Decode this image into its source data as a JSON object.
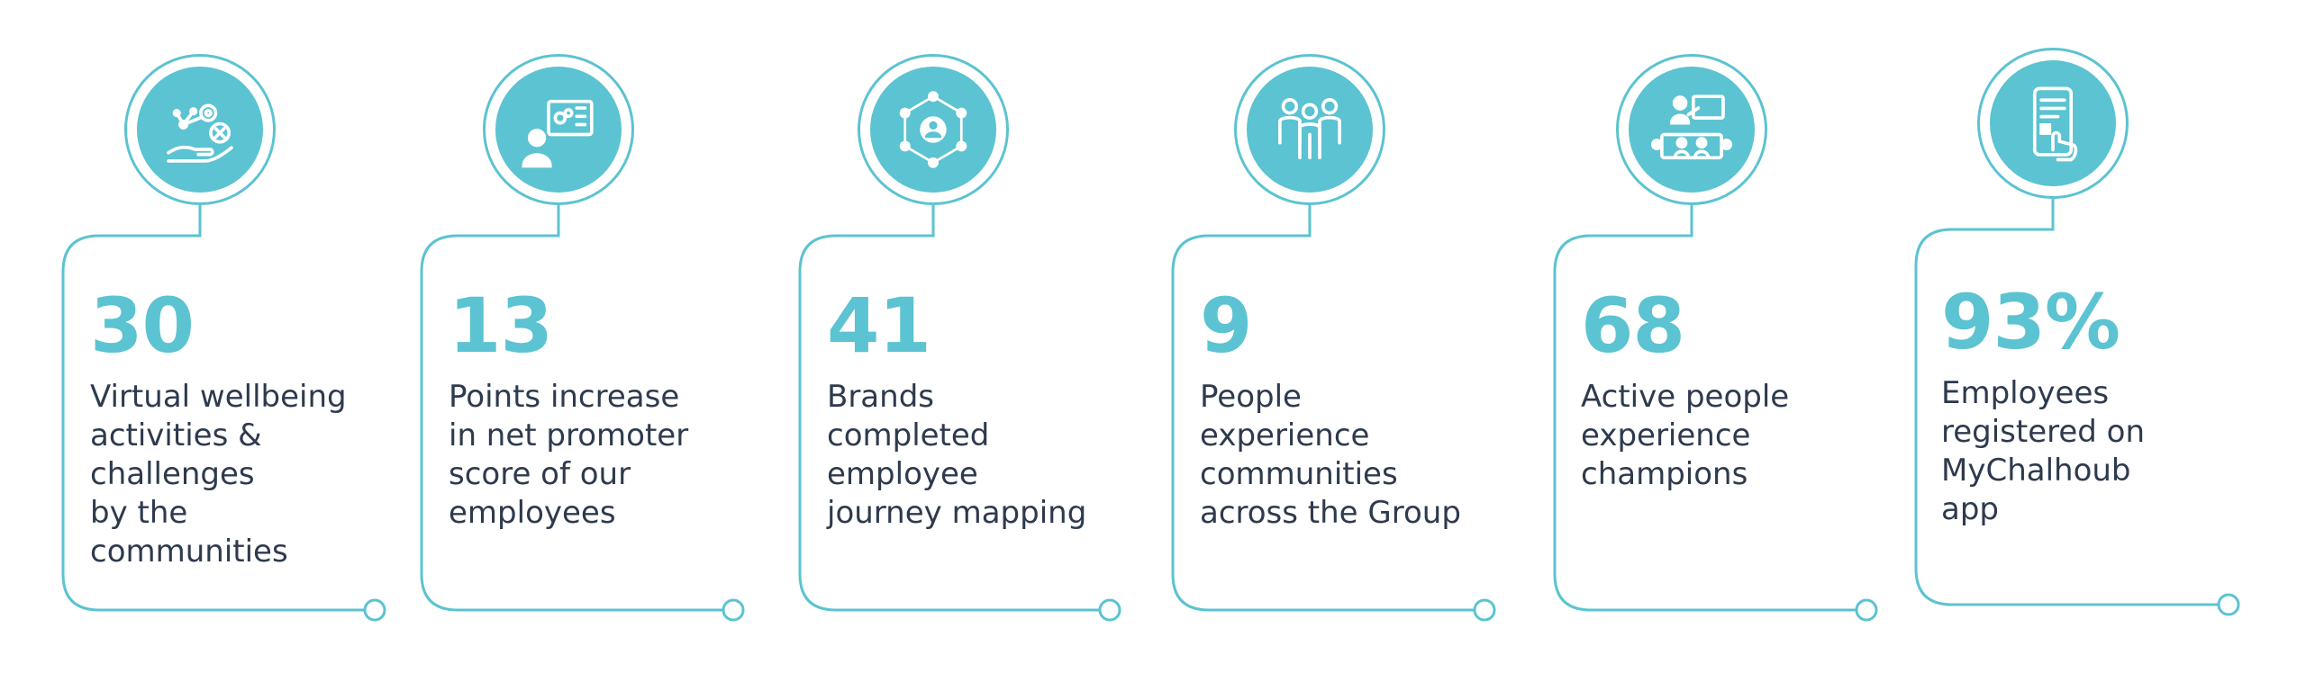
{
  "colors": {
    "accent": "#5bc3d1",
    "text": "#2e3a4d"
  },
  "stats": [
    {
      "value": "30",
      "description": "Virtual wellbeing\nactivities &\nchallenges\nby the\ncommunities",
      "icon": "hand-gears-icon"
    },
    {
      "value": "13",
      "description": "Points increase\nin net promoter\nscore of our\nemployees",
      "icon": "presenter-board-icon"
    },
    {
      "value": "41",
      "description": "Brands\ncompleted\nemployee\njourney mapping",
      "icon": "network-person-icon"
    },
    {
      "value": "9",
      "description": "People\nexperience\ncommunities\nacross the Group",
      "icon": "people-group-icon"
    },
    {
      "value": "68",
      "description": "Active people\nexperience\nchampions",
      "icon": "meeting-presentation-icon"
    },
    {
      "value": "93%",
      "description": "Employees\nregistered on\nMyChalhoub\napp",
      "icon": "mobile-app-icon"
    }
  ]
}
